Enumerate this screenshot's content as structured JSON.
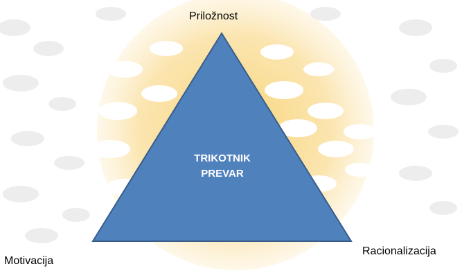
{
  "diagram": {
    "vertices": {
      "top": "Priložnost",
      "bottom_left": "Motivacija",
      "bottom_right": "Racionalizacija"
    },
    "center": {
      "line1": "TRIKOTNIK",
      "line2": "PREVAR"
    }
  },
  "colors": {
    "triangle_fill": "#4F81BD",
    "triangle_stroke": "#385D8A",
    "background_circle": "#F6C343",
    "background_dots": "#FFFFFF"
  }
}
